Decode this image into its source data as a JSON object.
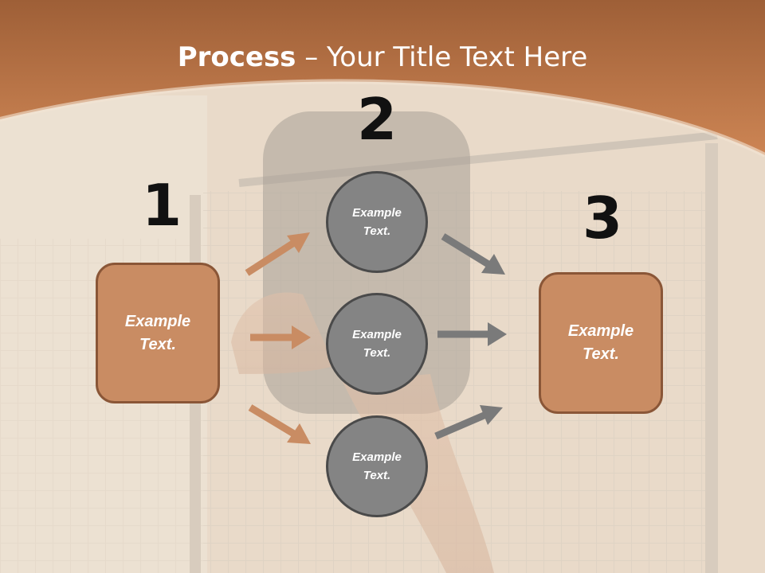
{
  "title": {
    "bold": "Process",
    "rest": " – Your Title Text Here"
  },
  "steps": [
    {
      "number": "1",
      "text": "Example Text."
    },
    {
      "number": "2"
    },
    {
      "number": "3",
      "text": "Example Text."
    }
  ],
  "circles": [
    {
      "text": "Example Text."
    },
    {
      "text": "Example Text."
    },
    {
      "text": "Example Text."
    }
  ],
  "colors": {
    "header": "#c07a4a",
    "box_fill": "#c98c63",
    "box_border": "#8a5637",
    "circle_fill": "#848484",
    "circle_border": "#4a4a4a",
    "arrow_orange": "#c98c63",
    "arrow_gray": "#7a7a7a"
  }
}
